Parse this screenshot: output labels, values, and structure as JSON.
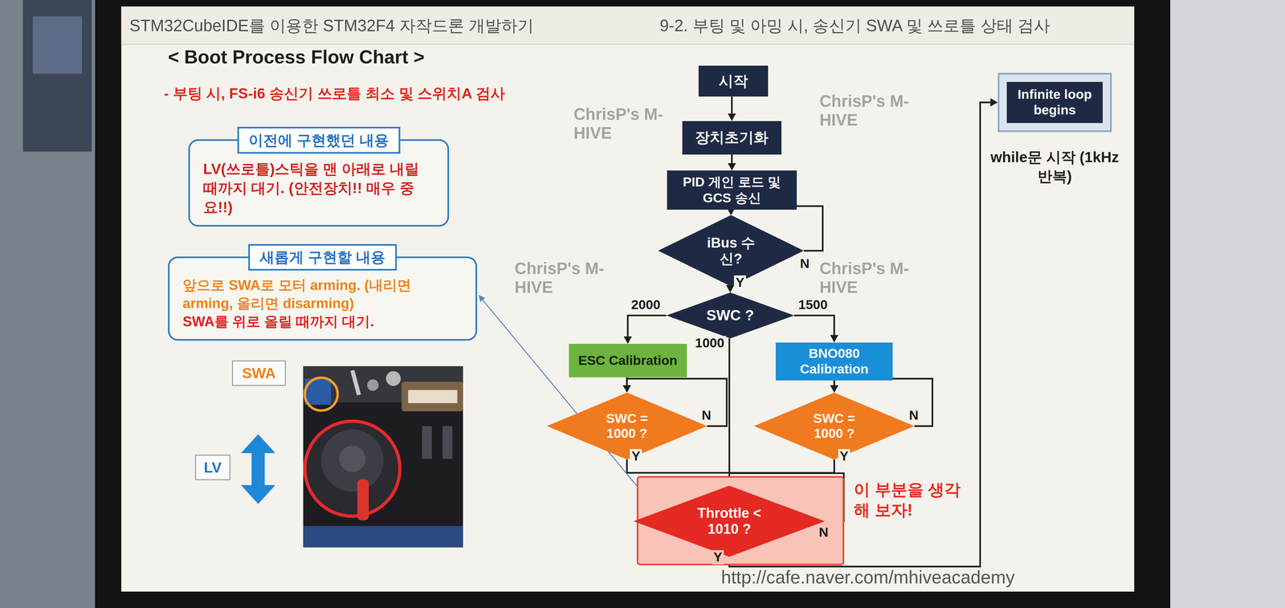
{
  "diagram": {
    "title": "< Boot Process Flow Chart >",
    "nodes": [
      {
        "text": [
          "이전에 구현했던 내용",
          "LV(쓰로틀)스틱을 맨 아래로 내릴 때까지 대기. (안전장치!! 매우 중요!!)"
        ]
      },
      {
        "text": [
          "새롭게 구현할 내용",
          "앞으로 SWA로 모터 arming. (내리면 arming, 올리면 disarming)",
          "SWA를 위로 올릴 때까지 대기."
        ]
      },
      {
        "text": [
          "SWA"
        ]
      },
      {
        "text": [
          "LV"
        ]
      },
      {
        "text": [
          "시작"
        ]
      },
      {
        "text": [
          "장치초기화"
        ]
      },
      {
        "text": [
          "PID 게인 로드 및 GCS 송신"
        ]
      },
      {
        "text": [
          "iBus 수신?"
        ]
      },
      {
        "text": [
          "SWC ?"
        ]
      },
      {
        "text": [
          "ESC Calibration"
        ]
      },
      {
        "text": [
          "BNO080 Calibration"
        ]
      },
      {
        "text": [
          "SWC = 1000 ?"
        ]
      },
      {
        "text": [
          "SWC = 1000 ?"
        ]
      },
      {
        "text": [
          "이 부분을 생각해 보자!"
        ]
      },
      {
        "text": [
          "Throttle < 1010 ?"
        ],
        "in": 13
      },
      {
        "text": [
          "Infinite loop begins",
          "while문 시작 (1kHz 반복)"
        ]
      }
    ],
    "edges": [
      {
        "from": 4,
        "to": 5,
        "arrow": "to"
      },
      {
        "from": 5,
        "to": 6,
        "arrow": "to"
      },
      {
        "from": 6,
        "to": 7,
        "arrow": "to"
      },
      {
        "from": 7,
        "to": 7,
        "label": "N",
        "arrow": "to"
      },
      {
        "from": 7,
        "to": 8,
        "label": "Y",
        "arrow": "to"
      },
      {
        "from": 8,
        "to": 9,
        "label": "2000",
        "arrow": "to"
      },
      {
        "from": 8,
        "to": 14,
        "label": "1000",
        "arrow": "to"
      },
      {
        "from": 8,
        "to": 10,
        "label": "1500",
        "arrow": "to"
      },
      {
        "from": 9,
        "to": 11,
        "arrow": "to"
      },
      {
        "from": 11,
        "to": 11,
        "label": "N",
        "arrow": "to"
      },
      {
        "from": 11,
        "to": 14,
        "label": "Y",
        "arrow": "to"
      },
      {
        "from": 10,
        "to": 12,
        "arrow": "to"
      },
      {
        "from": 12,
        "to": 12,
        "label": "N",
        "arrow": "to"
      },
      {
        "from": 12,
        "to": 14,
        "label": "Y",
        "arrow": "to"
      },
      {
        "from": 14,
        "to": 14,
        "label": "N",
        "arrow": "to"
      },
      {
        "from": 14,
        "to": 15,
        "label": "Y",
        "arrow": "to"
      },
      {
        "from": 13,
        "to": 1,
        "arrow": "to"
      }
    ],
    "labels": [
      "STM32CubeIDE를 이용한 STM32F4 자작드론 개발하기",
      "9-2. 부팅 및 아밍 시, 송신기 SWA 및 쓰로틀 상태 검사",
      "- 부팅 시, FS-i6 송신기 쓰로틀 최소 및 스위치A 검사",
      "ChrisP's M-HIVE",
      "ChrisP's M-HIVE",
      "ChrisP's M-HIVE",
      "ChrisP's M-HIVE",
      "http://cafe.naver.com/mhiveacademy"
    ]
  }
}
